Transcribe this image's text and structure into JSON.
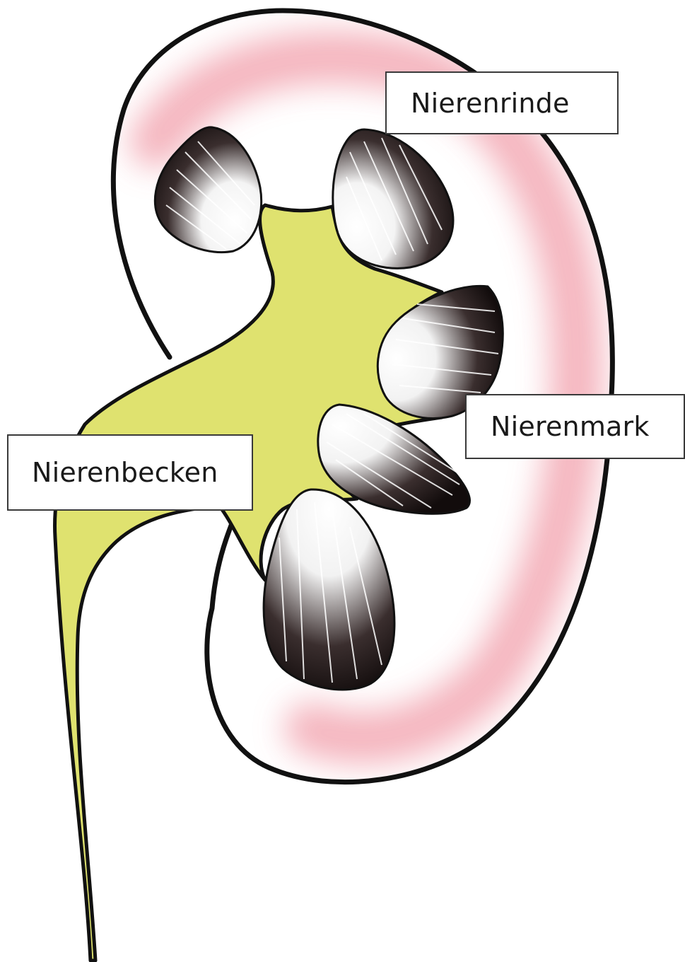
{
  "diagram": {
    "labels": {
      "cortex": "Nierenrinde",
      "medulla": "Nierenmark",
      "pelvis": "Nierenbecken"
    },
    "colors": {
      "outline": "#111111",
      "cortex_tint": "#f3a9b4",
      "pelvis_fill": "#dfe26f",
      "pyramid_dark": "#1c1414",
      "background": "#ffffff"
    },
    "icons": {
      "organ": "kidney-illustration"
    }
  }
}
